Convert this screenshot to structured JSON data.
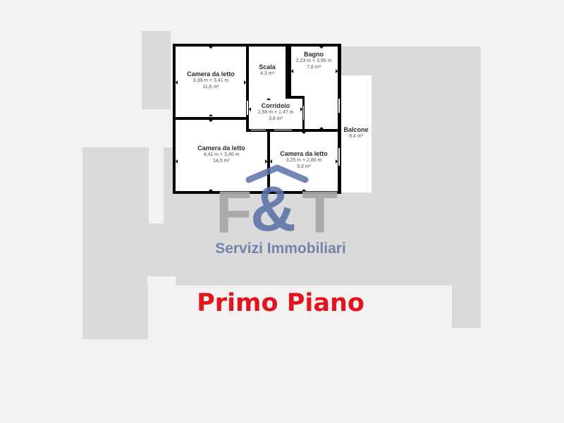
{
  "floorplan": {
    "floor_title": "Primo Piano",
    "rooms": [
      {
        "name": "Camera da letto",
        "dims": "3,39 m × 3,41 m",
        "area": "11,6 m²"
      },
      {
        "name": "Scala",
        "dims": "",
        "area": "4,3 m²"
      },
      {
        "name": "Bagno",
        "dims": "2,23 m × 3,95 m",
        "area": "7,8 m²"
      },
      {
        "name": "Corridoio",
        "dims": "2,56 m × 1,47 m",
        "area": "3,8 m²"
      },
      {
        "name": "Camera da letto",
        "dims": "4,41 m × 3,40 m",
        "area": "14,5 m²"
      },
      {
        "name": "Camera da letto",
        "dims": "3,25 m × 2,86 m",
        "area": "9,3 m²"
      },
      {
        "name": "Balcone",
        "dims": "",
        "area": "8,4 m²"
      }
    ]
  },
  "logo": {
    "letter_f": "F",
    "ampersand": "&",
    "letter_t": "T",
    "tagline": "Servizi Immobiliari",
    "colors": {
      "letters": "#a8a5a6",
      "ampersand": "#5a72a8",
      "tagline": "#7483a9"
    }
  },
  "colors": {
    "background": "#f3f2f1",
    "block": "#dadada",
    "wall": "#000000",
    "title": "#e3141d"
  }
}
